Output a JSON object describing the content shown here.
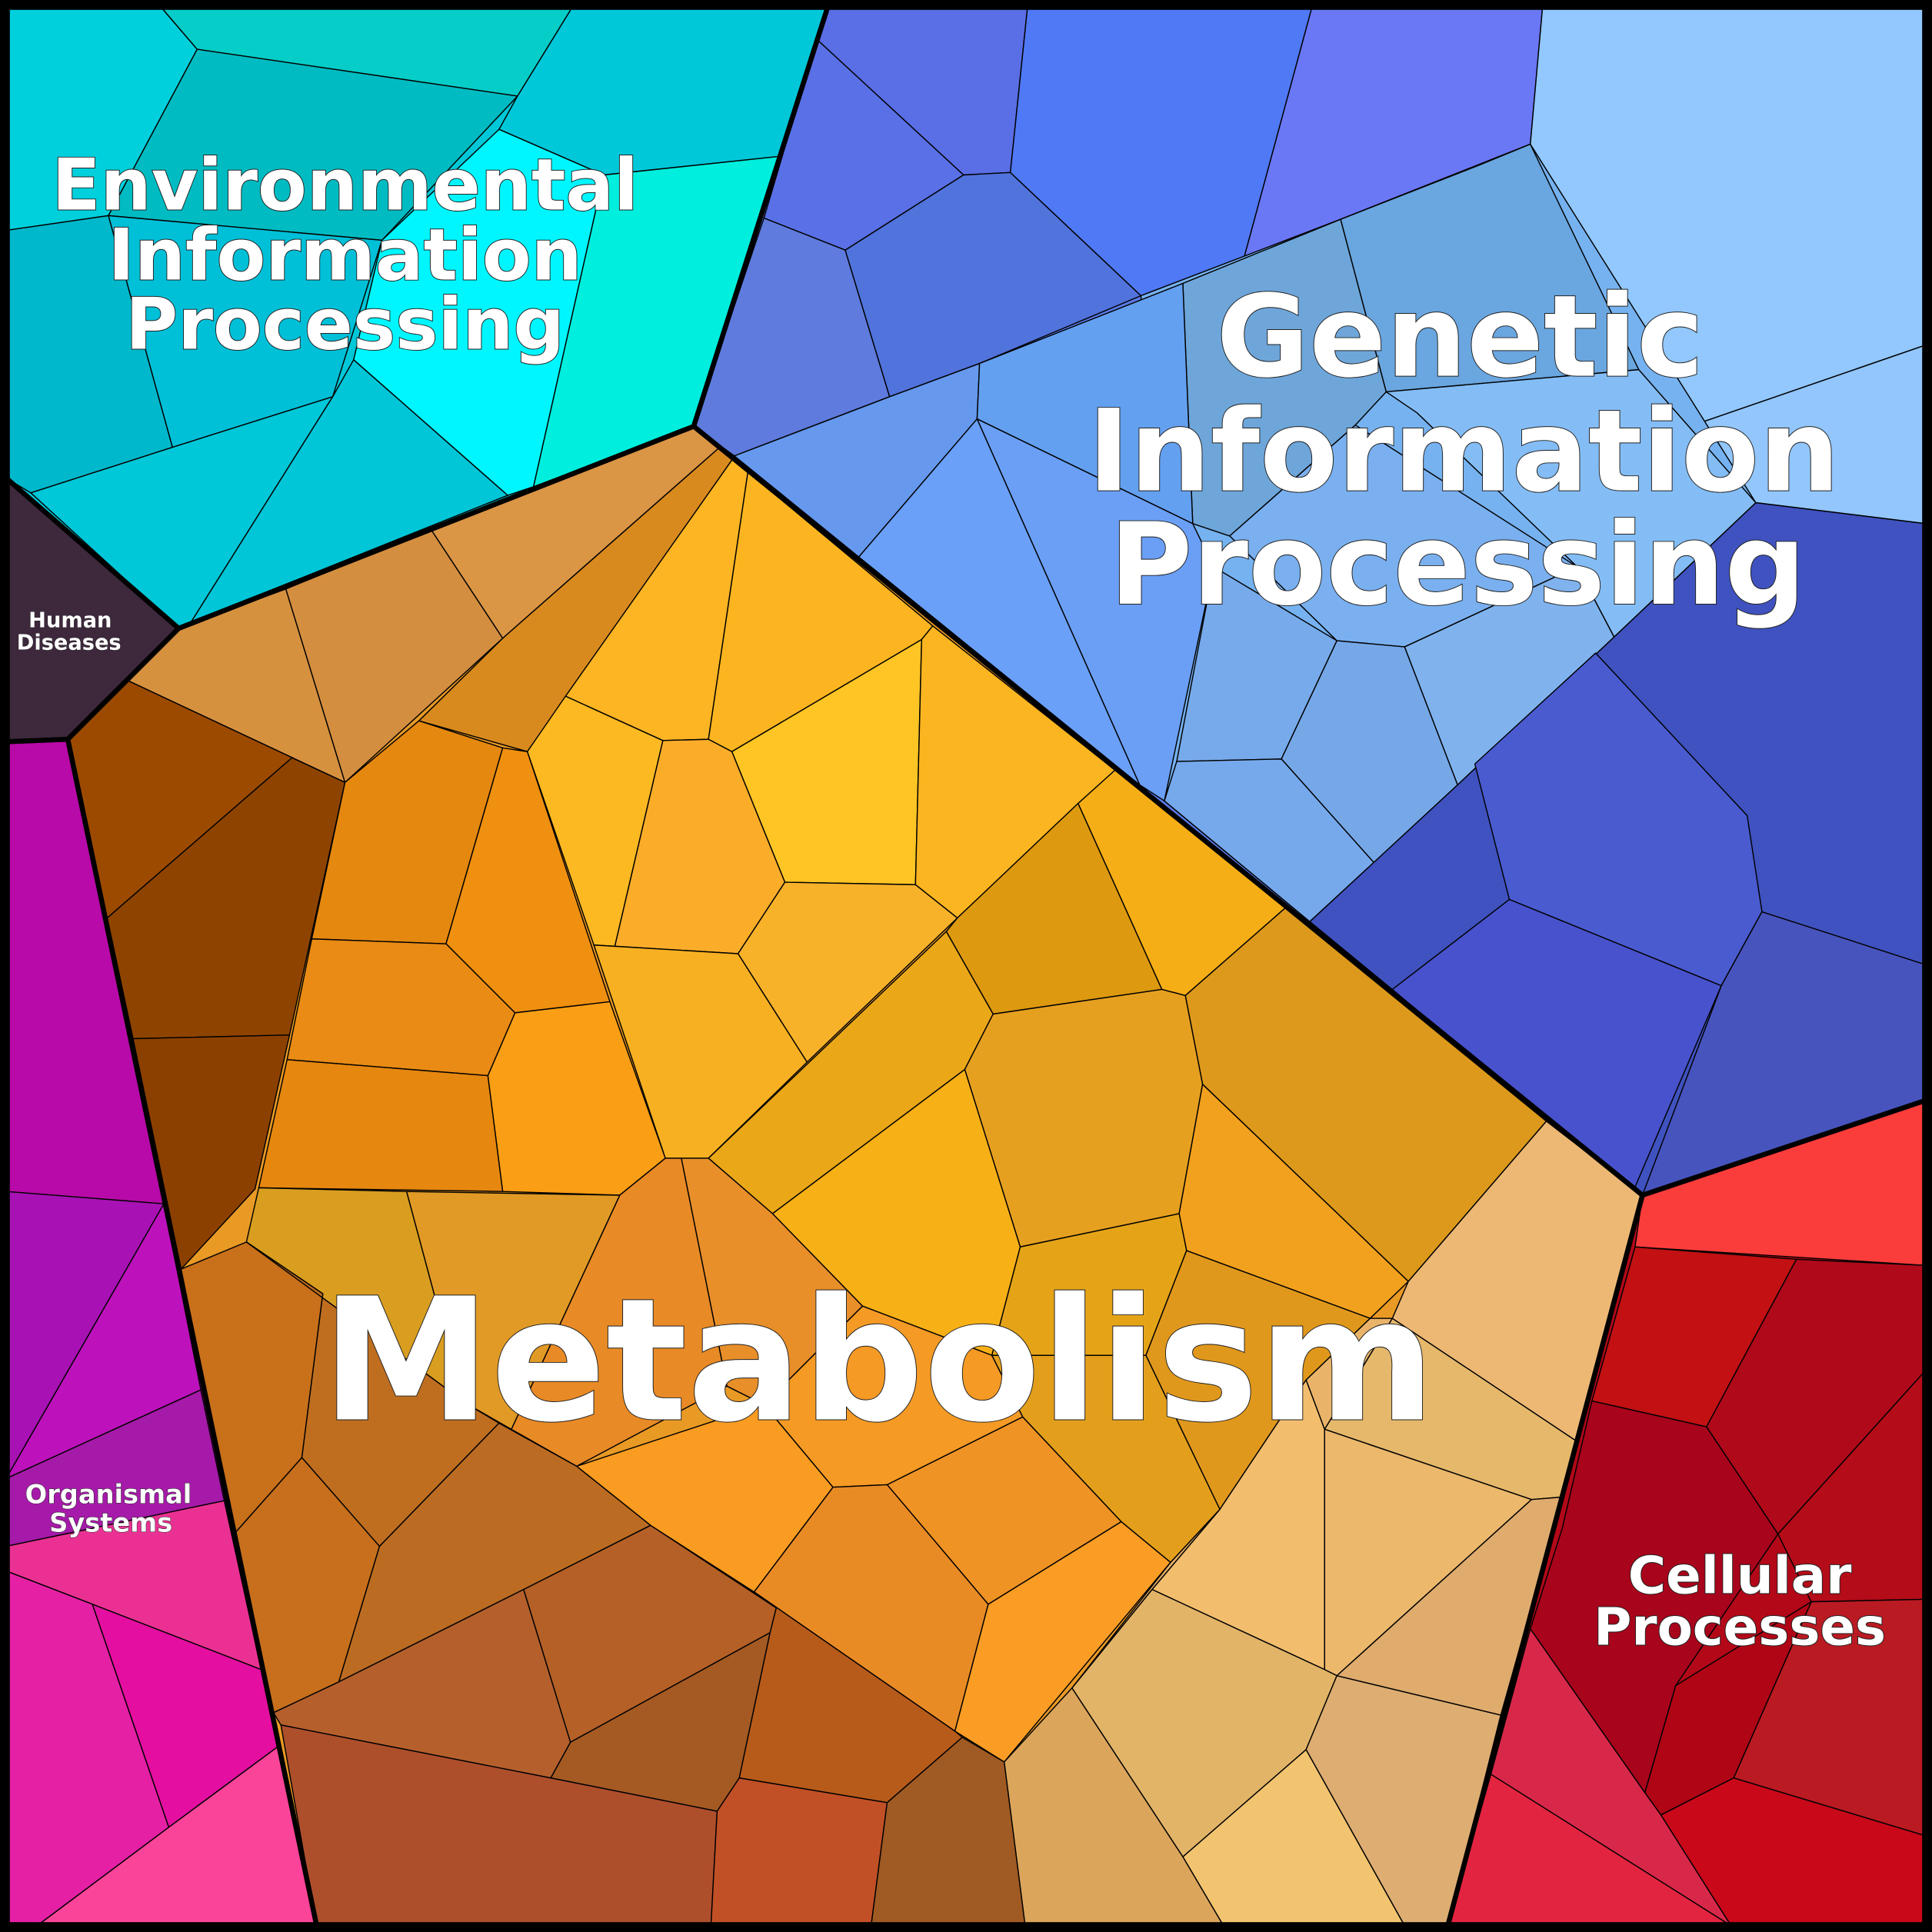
{
  "title": "Voronoi treemap of functional categories",
  "regions": {
    "environmental": {
      "label_lines": [
        "Environmental",
        "Information",
        "Processing"
      ],
      "color": "#00c8d8"
    },
    "genetic": {
      "label_lines": [
        "Genetic",
        "Information",
        "Processing"
      ],
      "color": "#5a7ae8"
    },
    "human_diseases": {
      "label_lines": [
        "Human",
        "Diseases"
      ],
      "color": "#3d283c"
    },
    "metabolism": {
      "label_lines": [
        "Metabolism"
      ],
      "color": "#e99a25"
    },
    "organismal": {
      "label_lines": [
        "Organismal",
        "Systems"
      ],
      "color": "#b809a8"
    },
    "cellular": {
      "label_lines": [
        "Cellular",
        "Processes"
      ],
      "color": "#b30818"
    }
  }
}
